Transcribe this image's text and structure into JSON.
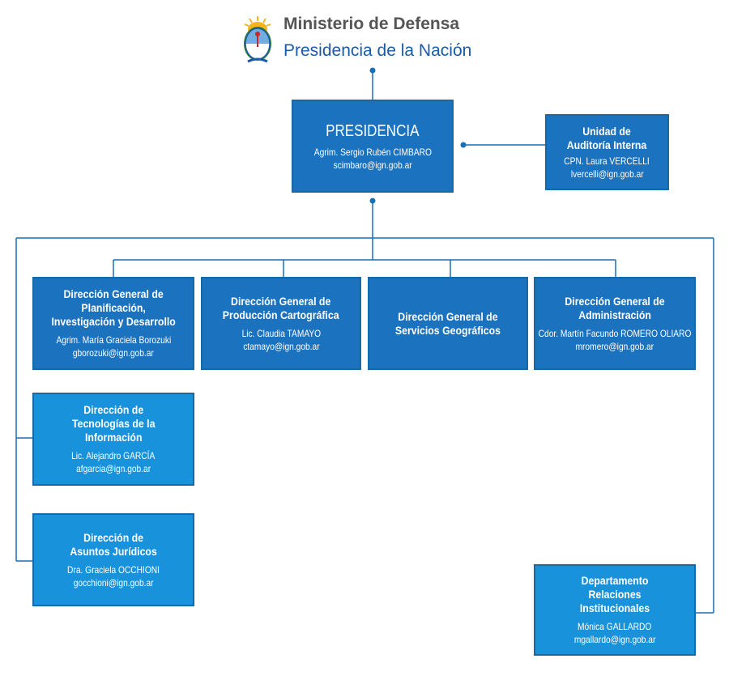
{
  "header": {
    "title": "Ministerio de Defensa",
    "subtitle": "Presidencia de la Nación"
  },
  "colors": {
    "box_dark": "#1b72bf",
    "box_light": "#1992dc",
    "lines": "#1a6fb5",
    "title_gray": "#555555",
    "subtitle_blue": "#1a5ba8"
  },
  "boxes": {
    "presidencia": {
      "title": "PRESIDENCIA",
      "name": "Agrim. Sergio Rubén CIMBARO",
      "email": "scimbaro@ign.gob.ar"
    },
    "auditoria": {
      "title": "Unidad de\nAuditoría Interna",
      "name": "CPN. Laura VERCELLI",
      "email": "lvercelli@ign.gob.ar"
    },
    "planificacion": {
      "title": "Dirección General de\nPlanificación,\nInvestigación y Desarrollo",
      "name": "Agrim. María Graciela Borozuki",
      "email": "gborozuki@ign.gob.ar"
    },
    "produccion": {
      "title": "Dirección General de\nProducción Cartográfica",
      "name": "Lic. Claudia TAMAYO",
      "email": "ctamayo@ign.gob.ar"
    },
    "servicios": {
      "title": "Dirección General de\nServicios Geográficos"
    },
    "administracion": {
      "title": "Dirección General de\nAdministración",
      "name": "Cdor. Martín Facundo ROMERO OLIARO",
      "email": "mromero@ign.gob.ar"
    },
    "tecnologias": {
      "title": "Dirección de\nTecnologías de la\nInformación",
      "name": "Lic. Alejandro GARCÍA",
      "email": "afgarcia@ign.gob.ar"
    },
    "juridicos": {
      "title": "Dirección de\nAsuntos Jurídicos",
      "name": "Dra. Graciela OCCHIONI",
      "email": "gocchioni@ign.gob.ar"
    },
    "relaciones": {
      "title": "Departamento\nRelaciones\nInstitucionales",
      "name": "Mónica GALLARDO",
      "email": "mgallardo@ign.gob.ar"
    }
  }
}
